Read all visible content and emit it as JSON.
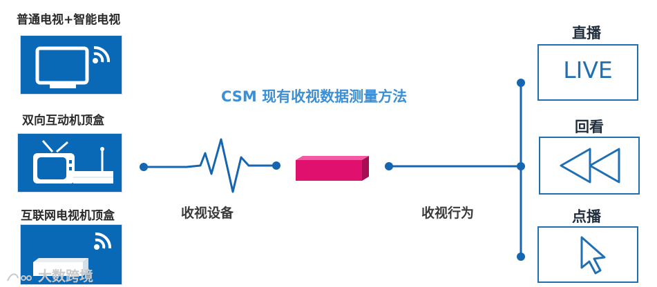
{
  "title": "CSM 现有收视数据测量方法",
  "devices": [
    {
      "label": "普通电视+智能电视",
      "icon": "tv-wifi-icon"
    },
    {
      "label": "双向互动机顶盒",
      "icon": "tv-settop-box-icon"
    },
    {
      "label": "互联网电视机顶盒",
      "icon": "ott-box-wifi-icon"
    }
  ],
  "flow": {
    "device_label": "收视设备",
    "behavior_label": "收视行为"
  },
  "behaviors": [
    {
      "label": "直播",
      "content": "LIVE",
      "icon": "live-text"
    },
    {
      "label": "回看",
      "icon": "rewind-icon"
    },
    {
      "label": "点播",
      "icon": "cursor-icon"
    }
  ],
  "watermark": "大数跨境",
  "colors": {
    "device_bg": "#0a69b7",
    "line": "#1565b0",
    "title": "#3b8fd6",
    "meter": "#e0116e"
  }
}
